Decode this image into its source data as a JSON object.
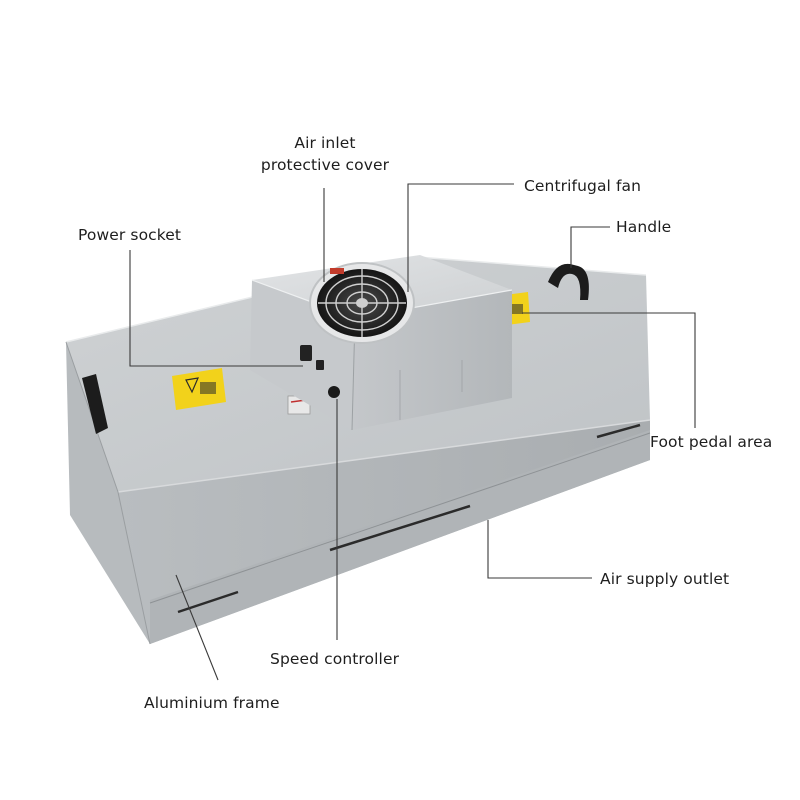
{
  "labels": {
    "air_inlet_line1": "Air inlet",
    "air_inlet_line2": "protective cover",
    "centrifugal_fan": "Centrifugal fan",
    "power_socket": "Power socket",
    "handle": "Handle",
    "foot_pedal_area": "Foot pedal area",
    "air_supply_outlet": "Air supply outlet",
    "speed_controller": "Speed controller",
    "aluminium_frame": "Aluminium frame"
  },
  "colors": {
    "background": "#ffffff",
    "leader_line": "#3a3a3a",
    "housing_light": "#c9ccce",
    "housing_dark": "#a9adb0",
    "warning_label": "#f2d21b",
    "handle": "#1c1c1c"
  },
  "icons": {
    "warning_sticker": "warning-hand-icon",
    "fan_grille": "fan-grille-icon"
  }
}
